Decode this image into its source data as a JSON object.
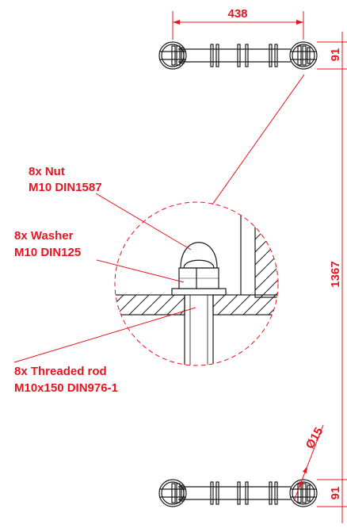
{
  "colors": {
    "dimension": "#e8141e",
    "drawing": "#1a1a1a",
    "background": "#ffffff"
  },
  "dimensions": {
    "top_width": "438",
    "top_height": "91",
    "overall_height": "1367",
    "diameter": "Ø15",
    "bottom_height": "91"
  },
  "callouts": {
    "nut": {
      "qty": "8x Nut",
      "spec": "M10 DIN1587"
    },
    "washer": {
      "qty": "8x Washer",
      "spec": "M10 DIN125"
    },
    "rod": {
      "qty": "8x Threaded rod",
      "spec": "M10x150 DIN976-1"
    }
  }
}
